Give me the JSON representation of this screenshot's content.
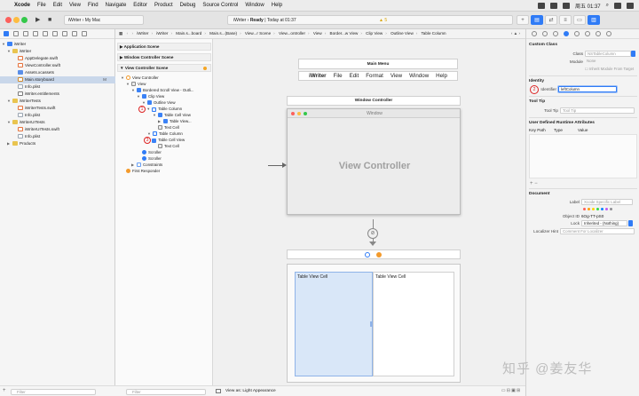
{
  "menubar": {
    "items": [
      "Xcode",
      "File",
      "Edit",
      "View",
      "Find",
      "Navigate",
      "Editor",
      "Product",
      "Debug",
      "Source Control",
      "Window",
      "Help"
    ],
    "clock": "周五 01:37"
  },
  "toolbar": {
    "scheme": "iWriter  ›  My Mac",
    "status_app": "iWriter",
    "status": "Ready",
    "status_time": "Today at 01:37",
    "warning_count": "5"
  },
  "navigator": {
    "rows": [
      {
        "label": "iWriter",
        "icon": "proj"
      },
      {
        "label": "iWriter",
        "icon": "folder"
      },
      {
        "label": "AppDelegate.swift",
        "icon": "swift"
      },
      {
        "label": "ViewController.swift",
        "icon": "swift"
      },
      {
        "label": "Assets.xcassets",
        "icon": "assets"
      },
      {
        "label": "Main.storyboard",
        "icon": "sb",
        "badge": "M"
      },
      {
        "label": "Info.plist",
        "icon": "plist"
      },
      {
        "label": "iWriter.entitlements",
        "icon": "ent"
      },
      {
        "label": "iWriterTests",
        "icon": "folder"
      },
      {
        "label": "iWriterTests.swift",
        "icon": "swift"
      },
      {
        "label": "Info.plist",
        "icon": "plist"
      },
      {
        "label": "iWriterUITests",
        "icon": "folder"
      },
      {
        "label": "iWriterUITests.swift",
        "icon": "swift"
      },
      {
        "label": "Info.plist",
        "icon": "plist"
      },
      {
        "label": "Products",
        "icon": "folder"
      }
    ],
    "filter_placeholder": "Filter"
  },
  "jumpbar": {
    "crumbs": [
      "iWriter",
      "iWriter",
      "Main.s...board",
      "Main.s...(Base)",
      "View...r Scene",
      "View...ontroller",
      "View",
      "Border...w View",
      "Clip View",
      "Outline View",
      "Table Column"
    ]
  },
  "outline": {
    "scenes": [
      "Application Scene",
      "Window Controller Scene",
      "View Controller Scene"
    ],
    "rows": [
      {
        "label": "View Controller"
      },
      {
        "label": "View"
      },
      {
        "label": "Bordered Scroll View - Outli..."
      },
      {
        "label": "Clip View"
      },
      {
        "label": "Outline View"
      },
      {
        "label": "Table Column"
      },
      {
        "label": "Table Cell View"
      },
      {
        "label": "Table View..."
      },
      {
        "label": "Text Cell"
      },
      {
        "label": "Table Column"
      },
      {
        "label": "Table Cell View"
      },
      {
        "label": "Text Cell"
      },
      {
        "label": "Scroller"
      },
      {
        "label": "Scroller"
      },
      {
        "label": "Constraints"
      },
      {
        "label": "First Responder"
      }
    ],
    "annotations": [
      "1",
      "3"
    ],
    "filter_placeholder": "Filter"
  },
  "canvas": {
    "main_menu_label": "Main Menu",
    "menu_items": [
      "iWriter",
      "File",
      "Edit",
      "Format",
      "View",
      "Window",
      "Help"
    ],
    "window_controller_label": "Window Controller",
    "window_title": "Window",
    "view_controller_label": "View Controller",
    "cell1": "Table View Cell",
    "cell2": "Table View Cell",
    "appearance": "View as: Light Appearance"
  },
  "inspector": {
    "custom_class_title": "Custom Class",
    "class_label": "Class",
    "class_placeholder": "NSTableColumn",
    "module_label": "Module",
    "module_placeholder": "None",
    "inherit_text": "Inherit Module From Target",
    "identity_title": "Identity",
    "identifier_label": "Identifier",
    "identifier_value": "leftColumn",
    "identifier_annotation": "2",
    "tooltip_title": "Tool Tip",
    "tooltip_label": "Tool Tip",
    "tooltip_placeholder": "Tool Tip",
    "udra_title": "User Defined Runtime Attributes",
    "udra_columns": [
      "Key Path",
      "Type",
      "Value"
    ],
    "document_title": "Document",
    "doc_label_label": "Label",
    "doc_label_placeholder": "Xcode Specific Label",
    "object_id_label": "Object ID",
    "object_id_value": "6Og-TT-pS0",
    "lock_label": "Lock",
    "lock_value": "Inherited - (Nothing)",
    "localizer_label": "Localizer Hint",
    "localizer_placeholder": "Comment For Localizer",
    "label_colors": [
      "#ff5f57",
      "#ff9f0a",
      "#ffd60a",
      "#32d74b",
      "#0a84ff",
      "#bf5af2",
      "#8e8e93"
    ]
  },
  "watermark": "知乎 @姜友华"
}
